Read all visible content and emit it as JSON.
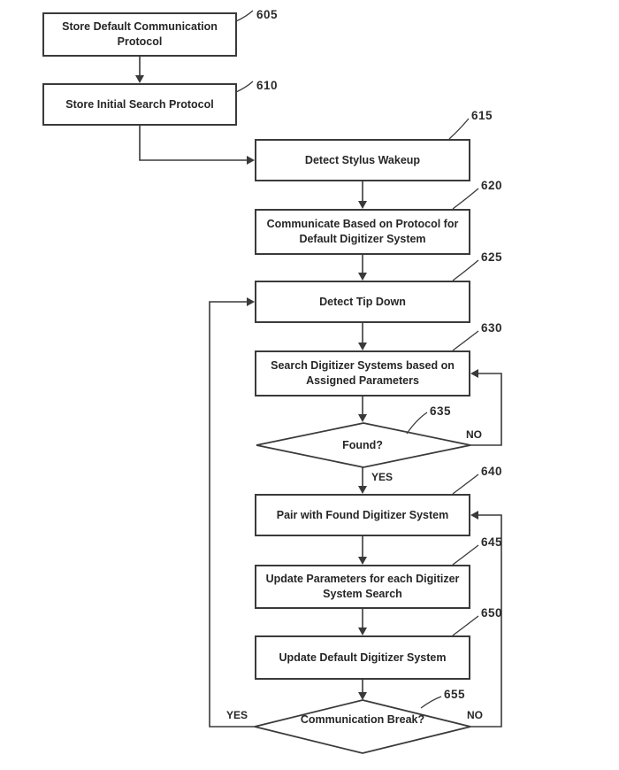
{
  "figure": {
    "nodes": {
      "n605": {
        "ref": "605",
        "label": "Store Default Communication Protocol"
      },
      "n610": {
        "ref": "610",
        "label": "Store Initial Search Protocol"
      },
      "n615": {
        "ref": "615",
        "label": "Detect Stylus Wakeup"
      },
      "n620": {
        "ref": "620",
        "label": "Communicate Based on Protocol for Default Digitizer System"
      },
      "n625": {
        "ref": "625",
        "label": "Detect Tip Down"
      },
      "n630": {
        "ref": "630",
        "label": "Search Digitizer Systems based on Assigned Parameters"
      },
      "n635": {
        "ref": "635",
        "label": "Found?"
      },
      "n640": {
        "ref": "640",
        "label": "Pair with Found Digitizer System"
      },
      "n645": {
        "ref": "645",
        "label": "Update Parameters for each Digitizer System Search"
      },
      "n650": {
        "ref": "650",
        "label": "Update Default Digitizer System"
      },
      "n655": {
        "ref": "655",
        "label": "Communication Break?"
      }
    },
    "branch_labels": {
      "found_yes": "YES",
      "found_no": "NO",
      "break_yes": "YES",
      "break_no": "NO"
    },
    "colors": {
      "line": "#3a3a3a",
      "text": "#262626",
      "background": "#ffffff"
    }
  }
}
